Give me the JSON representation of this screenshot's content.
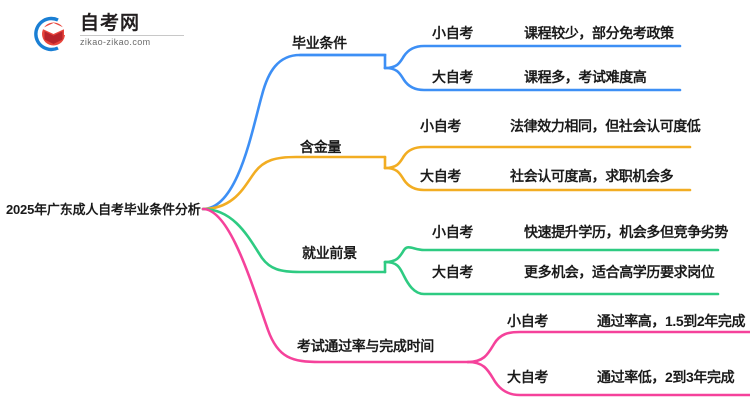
{
  "logo": {
    "name_cn": "自考网",
    "domain": "zikao-zikao.com",
    "mark_icon": "book-arc-logo-icon",
    "arc_color": "#1a7fd4",
    "book_color": "#d8363a"
  },
  "mindmap": {
    "root": {
      "label": "2025年广东成人自考毕业条件分析"
    },
    "branches": [
      {
        "label": "毕业条件",
        "color": "#3d8ff5",
        "children": [
          {
            "label": "小自考",
            "detail": "课程较少，部分免考政策"
          },
          {
            "label": "大自考",
            "detail": "课程多，考试难度高"
          }
        ]
      },
      {
        "label": "含金量",
        "color": "#f2ad22",
        "children": [
          {
            "label": "小自考",
            "detail": "法律效力相同，但社会认可度低"
          },
          {
            "label": "大自考",
            "detail": "社会认可度高，求职机会多"
          }
        ]
      },
      {
        "label": "就业前景",
        "color": "#2ecb82",
        "children": [
          {
            "label": "小自考",
            "detail": "快速提升学历，机会多但竞争劣势"
          },
          {
            "label": "大自考",
            "detail": "更多机会，适合高学历要求岗位"
          }
        ]
      },
      {
        "label": "考试通过率与完成时间",
        "color": "#f5429b",
        "children": [
          {
            "label": "小自考",
            "detail": "通过率高，1.5到2年完成"
          },
          {
            "label": "大自考",
            "detail": "通过率低，2到3年完成"
          }
        ]
      }
    ]
  }
}
